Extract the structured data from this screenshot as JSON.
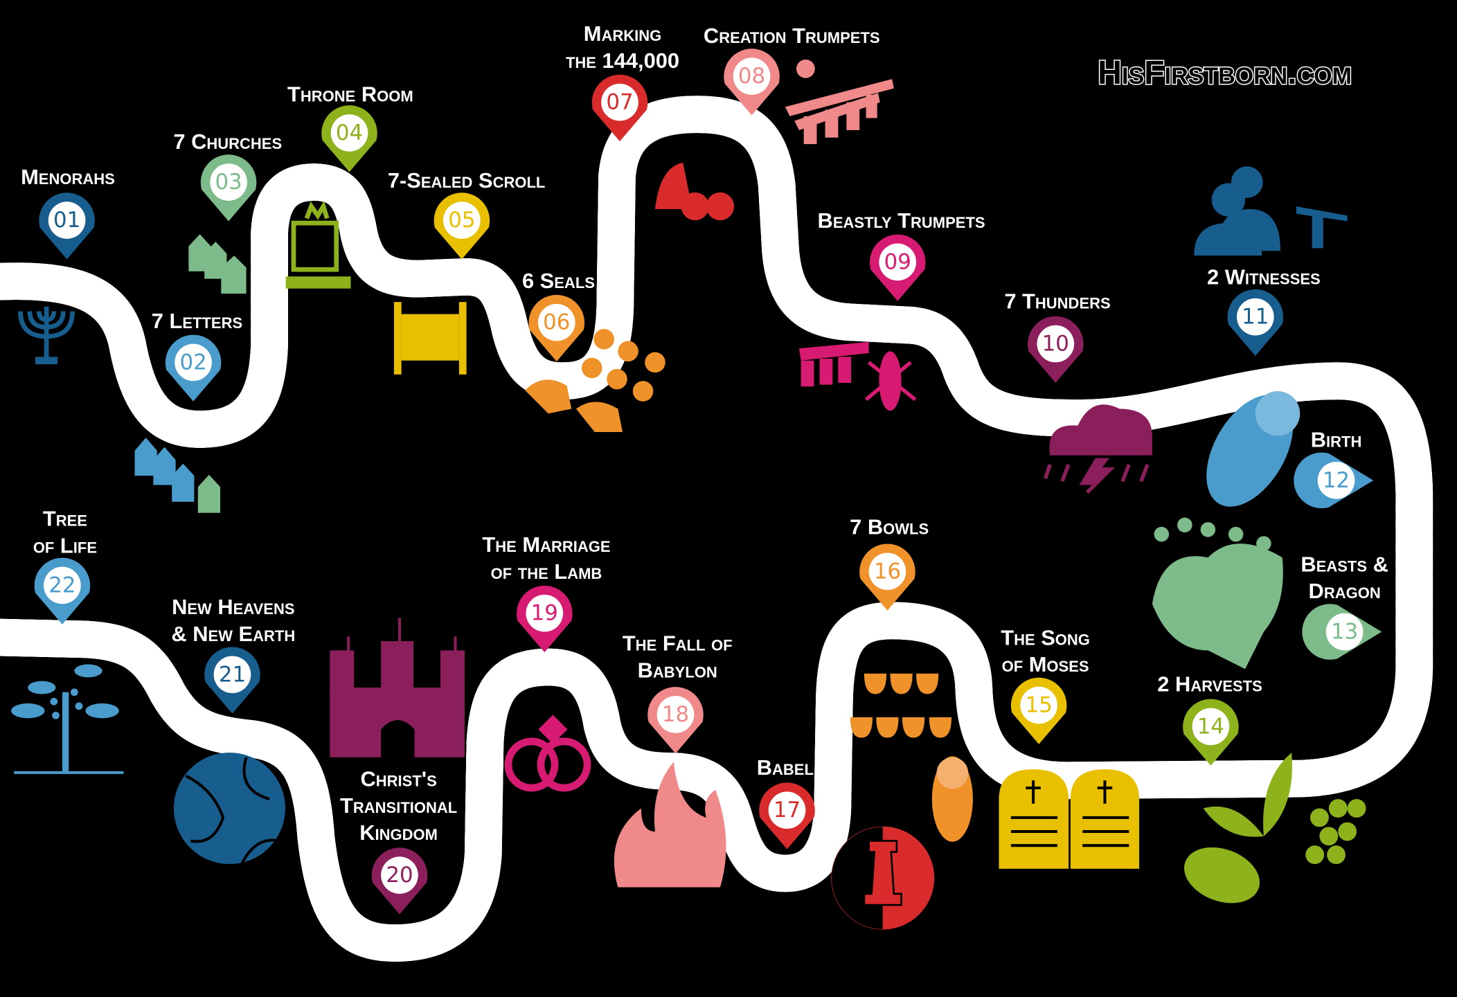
{
  "logo": "HisFirstborn.com",
  "stops": [
    {
      "number": "01",
      "label": [
        "Menorahs"
      ],
      "color": "#175d8e",
      "icon": "menorah-icon"
    },
    {
      "number": "02",
      "label": [
        "7 Letters"
      ],
      "color": "#4a9ccc",
      "icon": "churches-icon"
    },
    {
      "number": "03",
      "label": [
        "7 Churches"
      ],
      "color": "#7dbb8a",
      "icon": "churches-icon"
    },
    {
      "number": "04",
      "label": [
        "Throne Room"
      ],
      "color": "#8db21c",
      "icon": "throne-icon"
    },
    {
      "number": "05",
      "label": [
        "7-Sealed Scroll"
      ],
      "color": "#e8c000",
      "icon": "scroll-icon"
    },
    {
      "number": "06",
      "label": [
        "6 Seals"
      ],
      "color": "#f0922a",
      "icon": "seals-horses-icon"
    },
    {
      "number": "07",
      "label": [
        "Marking",
        "the 144,000"
      ],
      "color": "#d92b2b",
      "icon": "fruit-icon"
    },
    {
      "number": "08",
      "label": [
        "Creation Trumpets"
      ],
      "color": "#f08a8a",
      "icon": "trumpets-icon"
    },
    {
      "number": "09",
      "label": [
        "Beastly Trumpets"
      ],
      "color": "#d81b72",
      "icon": "locust-trumpet-icon"
    },
    {
      "number": "10",
      "label": [
        "7 Thunders"
      ],
      "color": "#8b1f5c",
      "icon": "thunder-cloud-icon"
    },
    {
      "number": "11",
      "label": [
        "2 Witnesses"
      ],
      "color": "#175d8e",
      "icon": "witnesses-icon"
    },
    {
      "number": "12",
      "label": [
        "Birth"
      ],
      "color": "#4a9ccc",
      "icon": "baby-icon"
    },
    {
      "number": "13",
      "label": [
        "Beasts &",
        "Dragon"
      ],
      "color": "#7dbb8a",
      "icon": "dragon-icon"
    },
    {
      "number": "14",
      "label": [
        "2 Harvests"
      ],
      "color": "#8db21c",
      "icon": "harvest-icon"
    },
    {
      "number": "15",
      "label": [
        "The Song",
        "of Moses"
      ],
      "color": "#e8c000",
      "icon": "tablets-icon"
    },
    {
      "number": "16",
      "label": [
        "7 Bowls"
      ],
      "color": "#f0922a",
      "icon": "bowls-icon"
    },
    {
      "number": "17",
      "label": [
        "Babel"
      ],
      "color": "#d92b2b",
      "icon": "chess-rook-icon"
    },
    {
      "number": "18",
      "label": [
        "The Fall of",
        "Babylon"
      ],
      "color": "#f08a8a",
      "icon": "fire-icon"
    },
    {
      "number": "19",
      "label": [
        "The Marriage",
        "of the Lamb"
      ],
      "color": "#d81b72",
      "icon": "rings-icon"
    },
    {
      "number": "20",
      "label": [
        "Christ's",
        "Transitional",
        "Kingdom"
      ],
      "color": "#8b1f5c",
      "icon": "castle-icon"
    },
    {
      "number": "21",
      "label": [
        "New Heavens",
        "& New Earth"
      ],
      "color": "#175d8e",
      "icon": "globe-icon"
    },
    {
      "number": "22",
      "label": [
        "Tree",
        "of Life"
      ],
      "color": "#4a9ccc",
      "icon": "tree-icon"
    }
  ]
}
